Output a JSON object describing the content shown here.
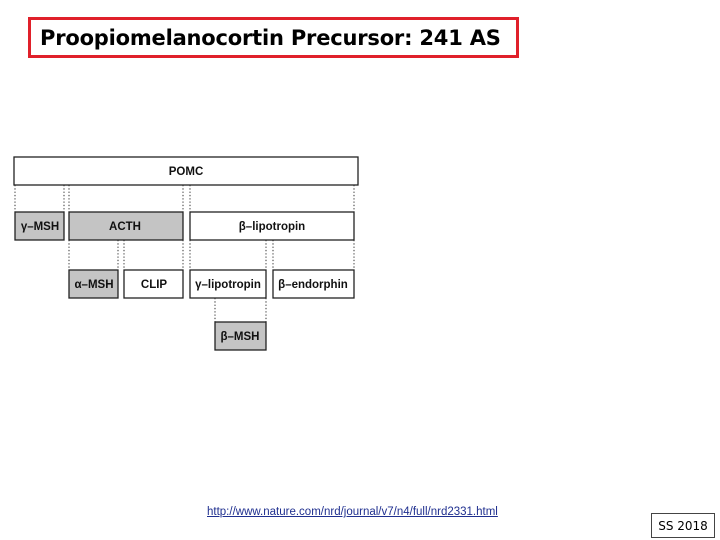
{
  "title": "Proopiomelanocortin Precursor: 241 AS",
  "diagram": {
    "pomc": "POMC",
    "gamma_msh": "γ–MSH",
    "acth": "ACTH",
    "beta_lipotropin": "β–lipotropin",
    "alpha_msh": "α–MSH",
    "clip": "CLIP",
    "gamma_lipotropin": "γ–lipotropin",
    "beta_endorphin": "β–endorphin",
    "beta_msh": "β–MSH"
  },
  "source_url": "http://www.nature.com/nrd/journal/v7/n4/full/nrd2331.html",
  "footer": "SS 2018",
  "colors": {
    "title_border": "#e0202a",
    "gray_fill": "#c4c4c4",
    "link": "#1f2f8f"
  }
}
